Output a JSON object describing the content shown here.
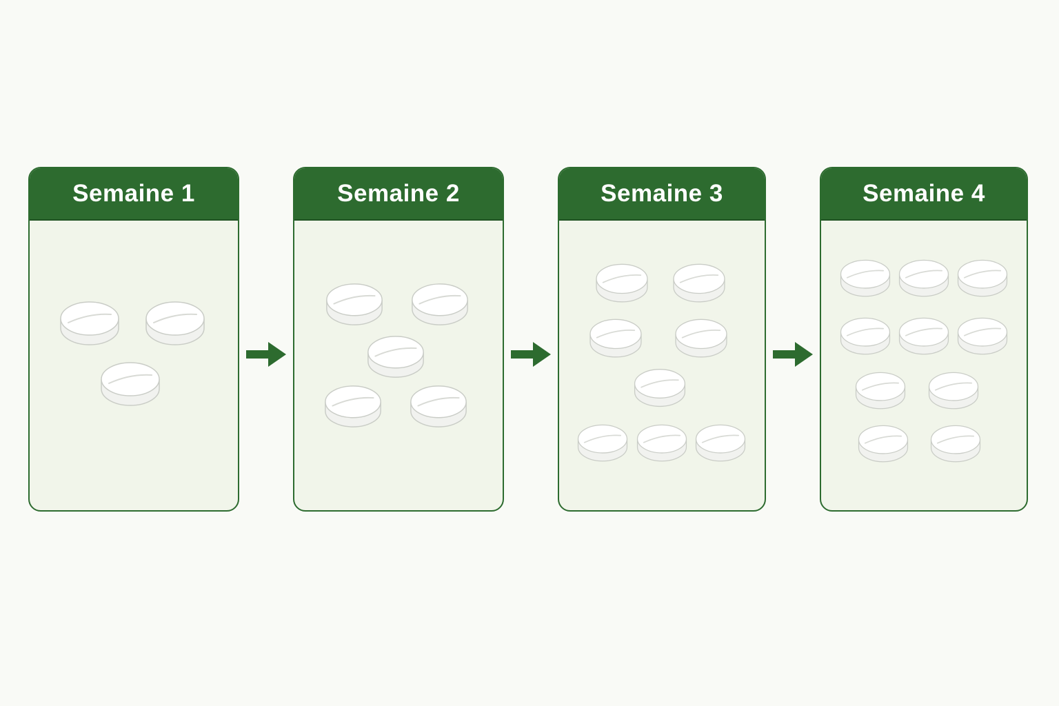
{
  "weeks": [
    {
      "label": "Semaine 1"
    },
    {
      "label": "Semaine 2"
    },
    {
      "label": "Semaine 3"
    },
    {
      "label": "Semaine 4"
    }
  ],
  "colors": {
    "accent": "#2d6b2f",
    "panel_bg": "#f1f5ea",
    "page_bg": "#f9faf6",
    "pill_face": "#ffffff",
    "pill_outline": "#c9ccc6"
  },
  "icons": {
    "pill": "pill-icon",
    "arrow": "arrow-right-icon"
  }
}
